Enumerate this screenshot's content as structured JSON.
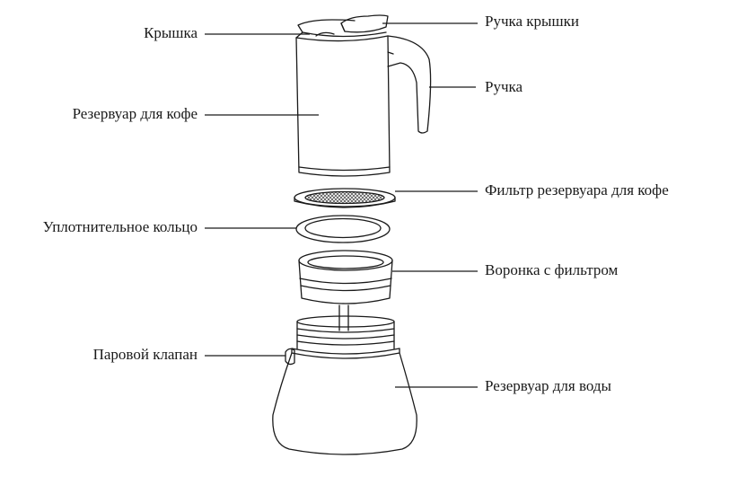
{
  "labels": {
    "lid": "Крышка",
    "lid_handle": "Ручка крышки",
    "handle": "Ручка",
    "coffee_reservoir": "Резервуар для кофе",
    "reservoir_filter": "Фильтр резервуара для кофе",
    "seal_ring": "Уплотнительное кольцо",
    "funnel_filter": "Воронка с фильтром",
    "steam_valve": "Паровой клапан",
    "water_reservoir": "Резервуар для воды"
  },
  "colors": {
    "line": "#1a1a1a",
    "mesh": "#555555",
    "background": "#ffffff"
  }
}
